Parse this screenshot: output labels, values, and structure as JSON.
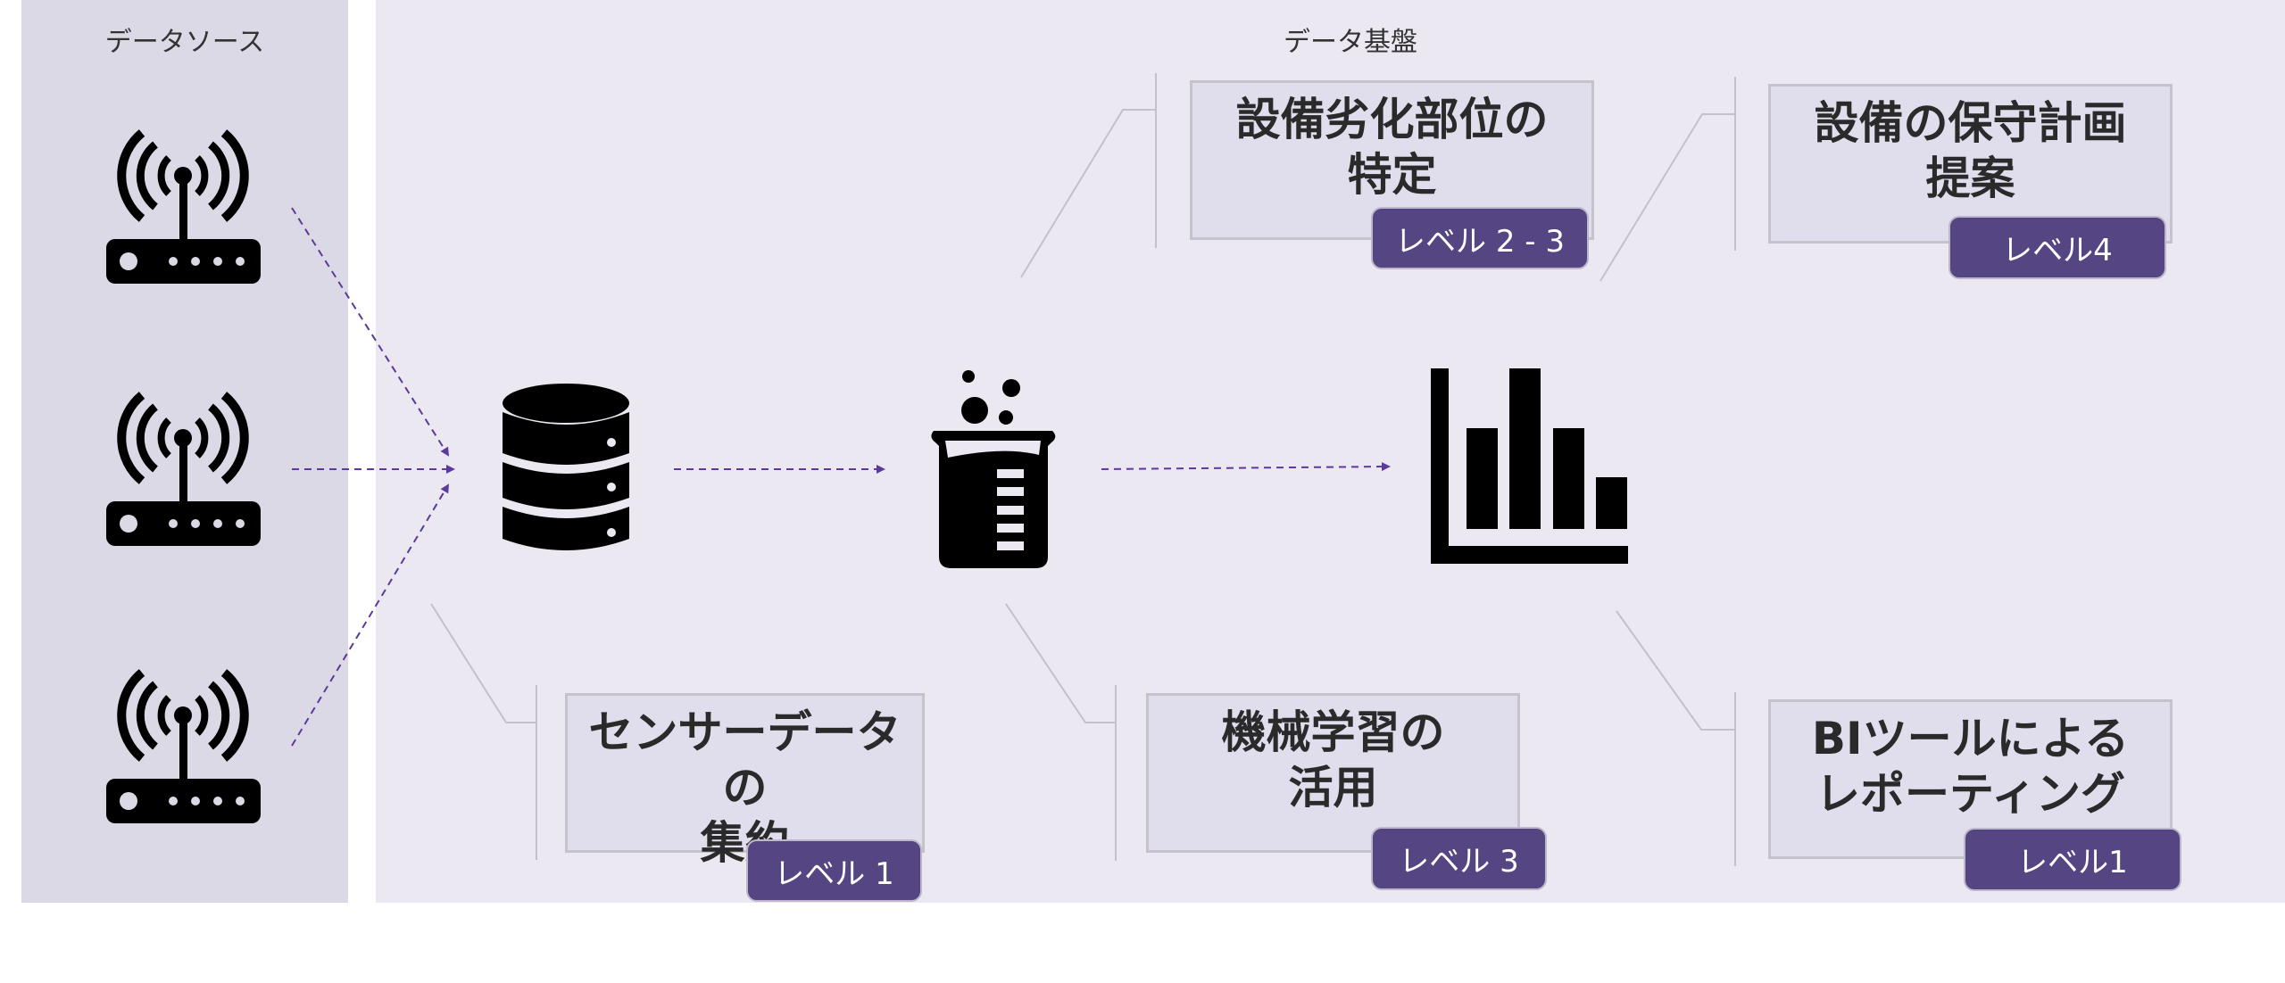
{
  "sections": {
    "data_source": "データソース",
    "data_platform": "データ基盤"
  },
  "icons": {
    "sources": [
      "router-icon",
      "router-icon",
      "router-icon"
    ],
    "aggregate": "database-icon",
    "analyze": "beaker-icon",
    "report": "bar-chart-icon"
  },
  "steps": [
    {
      "id": "aggregate",
      "label_line1": "センサーデータの",
      "label_line2": "集約",
      "level": "レベル 1"
    },
    {
      "id": "ml",
      "label_line1": "機械学習の",
      "label_line2": "活用",
      "level": "レベル 3"
    },
    {
      "id": "identify",
      "label_line1": "設備劣化部位の",
      "label_line2": "特定",
      "level": "レベル 2 - 3"
    },
    {
      "id": "maintenance",
      "label_line1": "設備の保守計画",
      "label_line2": "提案",
      "level": "レベル4"
    },
    {
      "id": "bi",
      "label_line1": "BIツールによる",
      "label_line2": "レポーティング",
      "level": "レベル1"
    }
  ],
  "colors": {
    "accent": "#554582",
    "arrow": "#5b3a9a",
    "box_fill": "#e0ddec",
    "left_panel": "#dcd9e6",
    "right_panel": "#ebe8f1"
  }
}
